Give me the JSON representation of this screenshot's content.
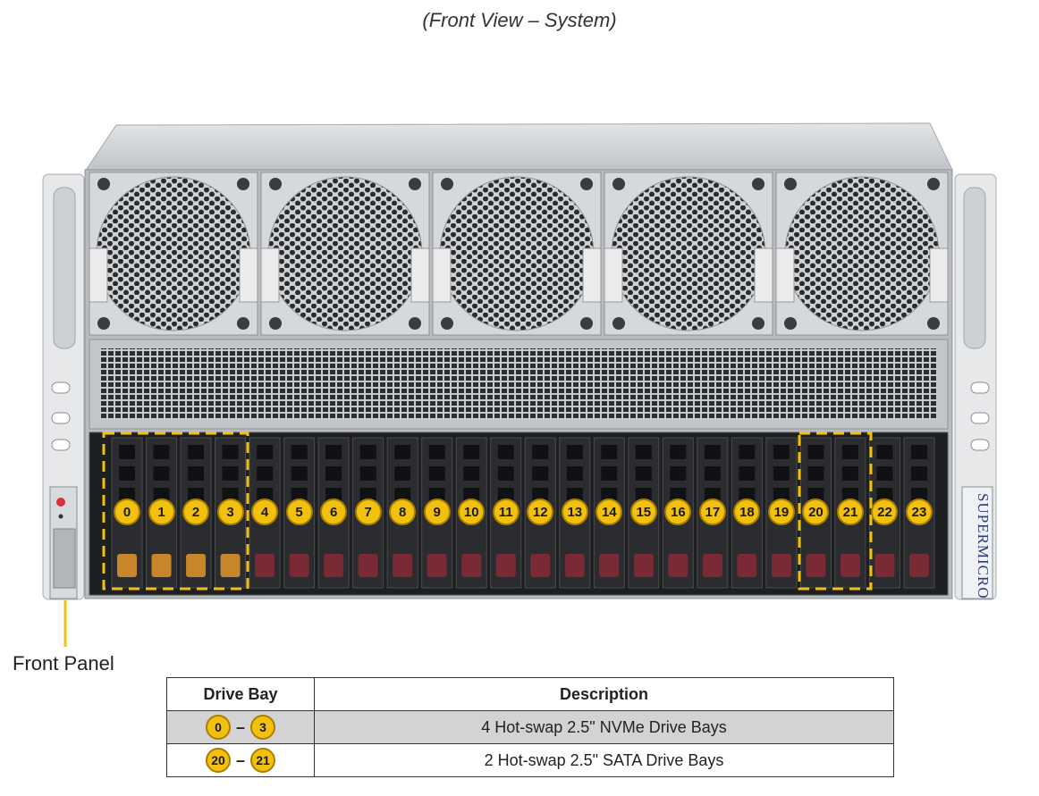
{
  "caption": "(Front View – System)",
  "front_panel_label": "Front Panel",
  "brand": "SUPERMICRO",
  "bays": [
    "0",
    "1",
    "2",
    "3",
    "4",
    "5",
    "6",
    "7",
    "8",
    "9",
    "10",
    "11",
    "12",
    "13",
    "14",
    "15",
    "16",
    "17",
    "18",
    "19",
    "20",
    "21",
    "22",
    "23"
  ],
  "table": {
    "headers": [
      "Drive Bay",
      "Description"
    ],
    "rows": [
      {
        "from": "0",
        "to": "3",
        "dash": "–",
        "description": "4 Hot-swap 2.5\" NVMe Drive Bays"
      },
      {
        "from": "20",
        "to": "21",
        "dash": "–",
        "description": "2 Hot-swap 2.5\" SATA Drive Bays"
      }
    ]
  },
  "colors": {
    "badge": "#f2c10f",
    "highlight": "#f2c10f",
    "nvme_latch": "#c8862a",
    "sata_latch": "#7a2a34",
    "chassis": "#b9bdc2"
  }
}
